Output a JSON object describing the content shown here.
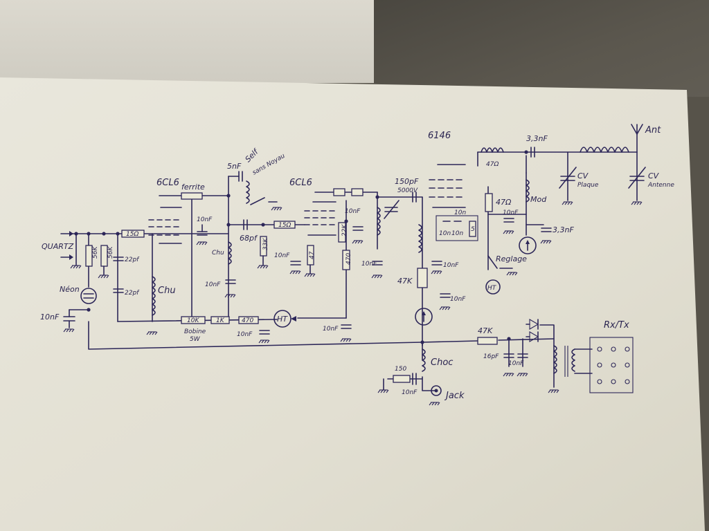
{
  "tubes": {
    "t1": "6CL6",
    "t2": "6CL6",
    "t3": "6146"
  },
  "labels": {
    "quartz": "QUARTZ",
    "neon": "Néon",
    "self_line1": "Self",
    "self_line2": "sans Noyau",
    "ferrite": "ferrite",
    "cho_osc": "Chu",
    "cho_1": "Chu",
    "cho_2": "Choc",
    "mod": "Mod",
    "ht1": "HT",
    "ht2": "HT",
    "reglage": "Reglage",
    "bobine_line1": "Bobine",
    "bobine_line2": "5W",
    "cv_plaque_line1": "CV",
    "cv_plaque_line2": "Plaque",
    "cv_antenne_line1": "CV",
    "cv_antenne_line2": "Antenne",
    "antenne": "Ant",
    "jack": "Jack",
    "rxtx": "Rx/Tx"
  },
  "values": {
    "r_15_1": "15Ω",
    "r_56k_1": "56K",
    "r_56k_2": "56K",
    "c_22pf": "22pf",
    "c_22pf_2": "22pf",
    "c_10nf_neon": "10nF",
    "c_10nf_1": "10nF",
    "c_5nf": "5nF",
    "c_68pf": "68pf",
    "r_15_2": "15Ω",
    "r_33k": "33K",
    "c_10nf_2": "10nF",
    "c_10nf_3": "10nF",
    "r_10k_bob": "10K",
    "r_1k": "1K",
    "r_470": "470",
    "c_10nf_4": "10nF",
    "c_10nf_5": "10nF",
    "r_22k": "22K",
    "c_10nf_6": "10nF",
    "r_47": "47",
    "c_10nf_7": "10nF",
    "c_150pf_line1": "150pF",
    "c_150pf_line2": "5000V",
    "c_10nf_8": "10nF",
    "r_47k_1": "47K",
    "c_10nf_9": "10nF",
    "c_10nf_10": "10nF",
    "r_47_plate": "47Ω",
    "r_47_fil": "47Ω",
    "c_33nf_1": "3,3nF",
    "c_33nf_2": "3,3nF",
    "box_caps": "10n",
    "box_caps_2": "10n",
    "box_caps_3": "10n",
    "box_r": "5",
    "r_47k_2": "47K",
    "c_16pf": "16pF",
    "c_10nf_11": "10nF",
    "r_150": "150",
    "c_10nf_12": "10nF"
  }
}
